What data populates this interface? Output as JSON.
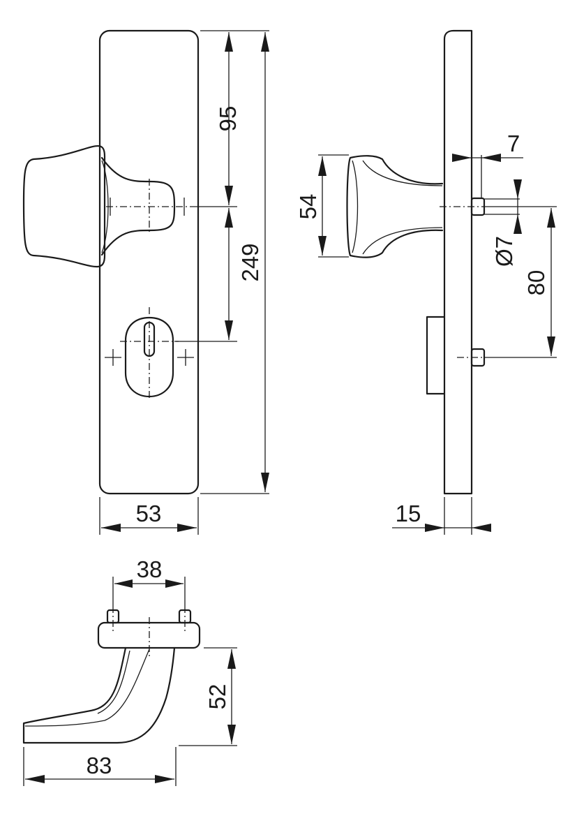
{
  "dimensions": {
    "plate_width": "53",
    "knob_to_top": "95",
    "plate_height": "249",
    "knob_height": "54",
    "pin_length": "7",
    "pin_diameter": "Ø7",
    "pin_spacing": "80",
    "plate_thickness": "15",
    "handle_pin_spacing": "38",
    "handle_projection": "52",
    "handle_length": "83"
  }
}
